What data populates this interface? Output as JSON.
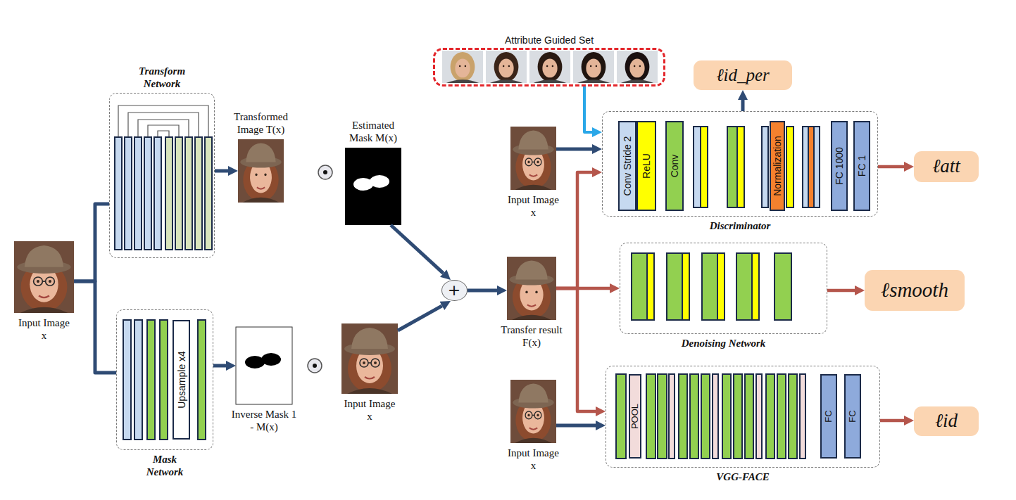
{
  "diagram": {
    "nodes": [
      {
        "text": [
          "Input Image x"
        ]
      },
      {
        "text": [
          "Transform Network"
        ]
      },
      {
        "text": [
          "Transformed Image T(x)"
        ]
      },
      {
        "text": [
          "Estimated Mask M(x)"
        ]
      },
      {
        "text": [
          "Mask Network"
        ]
      },
      {
        "text": [
          "Upsample x4"
        ],
        "in": 4
      },
      {
        "text": [
          "Inverse Mask 1 - M(x)"
        ]
      },
      {
        "text": [
          "Input Image x"
        ]
      },
      {
        "text": [
          "+"
        ]
      },
      {
        "text": [
          "Transfer result F(x)"
        ]
      },
      {
        "text": [
          "Attribute Guided Set"
        ]
      },
      {
        "text": [
          "ℓid_per"
        ]
      },
      {
        "text": [
          "Input Image x"
        ]
      },
      {
        "text": [
          "Discriminator"
        ]
      },
      {
        "text": [
          "Conv Stride 2"
        ],
        "in": 13
      },
      {
        "text": [
          "ReLU"
        ],
        "in": 13
      },
      {
        "text": [
          "Conv"
        ],
        "in": 13
      },
      {
        "text": [
          "Normalization"
        ],
        "in": 13
      },
      {
        "text": [
          "FC 1000"
        ],
        "in": 13
      },
      {
        "text": [
          "FC 1"
        ],
        "in": 13
      },
      {
        "text": [
          "ℓatt"
        ]
      },
      {
        "text": [
          "Denoising Network"
        ]
      },
      {
        "text": [
          "ℓsmooth"
        ]
      },
      {
        "text": [
          "Input Image x"
        ]
      },
      {
        "text": [
          "VGG-FACE"
        ]
      },
      {
        "text": [
          "POOL"
        ],
        "in": 24
      },
      {
        "text": [
          "FC"
        ],
        "in": 24
      },
      {
        "text": [
          "FC"
        ],
        "in": 24
      },
      {
        "text": [
          "ℓid"
        ]
      }
    ],
    "edges": [
      {
        "from": 0,
        "to": 1,
        "arrow": "none"
      },
      {
        "from": 0,
        "to": 4,
        "arrow": "none"
      },
      {
        "from": 1,
        "to": 2,
        "arrow": "to"
      },
      {
        "from": 4,
        "to": 6,
        "arrow": "to"
      },
      {
        "from": 3,
        "to": 8,
        "arrow": "to"
      },
      {
        "from": 7,
        "to": 8,
        "arrow": "to"
      },
      {
        "from": 8,
        "to": 9,
        "arrow": "to"
      },
      {
        "from": 10,
        "to": 13,
        "arrow": "to"
      },
      {
        "from": 12,
        "to": 13,
        "arrow": "to"
      },
      {
        "from": 9,
        "to": 13,
        "arrow": "to"
      },
      {
        "from": 13,
        "to": 11,
        "arrow": "to"
      },
      {
        "from": 13,
        "to": 20,
        "arrow": "to"
      },
      {
        "from": 9,
        "to": 21,
        "arrow": "to"
      },
      {
        "from": 21,
        "to": 22,
        "arrow": "to"
      },
      {
        "from": 9,
        "to": 24,
        "arrow": "to"
      },
      {
        "from": 23,
        "to": 24,
        "arrow": "to"
      },
      {
        "from": 24,
        "to": 28,
        "arrow": "to"
      }
    ]
  }
}
